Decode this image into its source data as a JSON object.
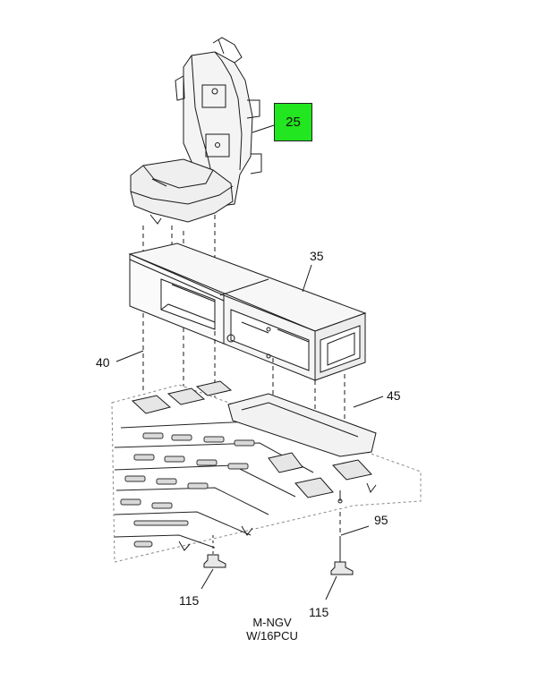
{
  "callouts": {
    "seat": "25",
    "box": "35",
    "left_support": "40",
    "floor_panel": "45",
    "stud": "95",
    "bracket_left": "115",
    "bracket_right": "115"
  },
  "highlight_color": "#22e61f",
  "note": {
    "line1": "M-NGV",
    "line2": "W/16PCU"
  }
}
